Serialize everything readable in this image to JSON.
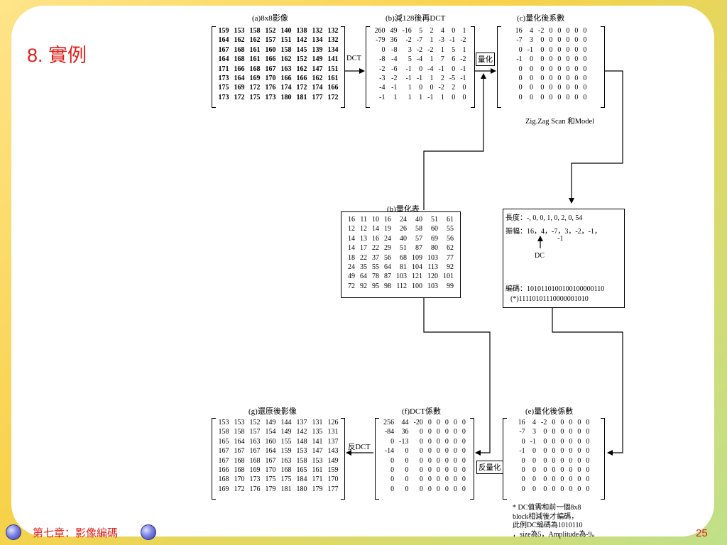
{
  "heading": "8. 實例",
  "captions": {
    "a": "(a)8x8影像",
    "b": "(b)減128後再DCT",
    "c": "(c)量化後系數",
    "qtable": "(b)量化表",
    "g": "(g)還原後影像",
    "f": "(f)DCT係數",
    "e": "(e)量化後係數"
  },
  "arrow_labels": {
    "dct": "DCT",
    "quantize": "量化",
    "idct": "反DCT",
    "dequantize": "反量化"
  },
  "zigzag_label": "Zig.Zag Scan 和Model",
  "matrices": {
    "a": [
      [
        "159",
        "153",
        "158",
        "152",
        "140",
        "138",
        "132",
        "132"
      ],
      [
        "164",
        "162",
        "162",
        "157",
        "151",
        "142",
        "134",
        "132"
      ],
      [
        "167",
        "168",
        "161",
        "160",
        "158",
        "145",
        "139",
        "134"
      ],
      [
        "164",
        "168",
        "161",
        "166",
        "162",
        "152",
        "149",
        "141"
      ],
      [
        "171",
        "166",
        "168",
        "167",
        "163",
        "162",
        "147",
        "151"
      ],
      [
        "173",
        "164",
        "169",
        "170",
        "166",
        "166",
        "162",
        "161"
      ],
      [
        "175",
        "169",
        "172",
        "176",
        "174",
        "172",
        "174",
        "166"
      ],
      [
        "173",
        "172",
        "175",
        "173",
        "180",
        "181",
        "177",
        "172"
      ]
    ],
    "b": [
      [
        "260",
        "49",
        "-16",
        "5",
        "2",
        "4",
        "0",
        "1"
      ],
      [
        "-79",
        "36",
        "-2",
        "-7",
        "1",
        "-3",
        "-1",
        "-2"
      ],
      [
        "0",
        "-8",
        "3",
        "-2",
        "-2",
        "1",
        "5",
        "1"
      ],
      [
        "-8",
        "-4",
        "5",
        "-4",
        "1",
        "7",
        "6",
        "-2"
      ],
      [
        "-2",
        "-6",
        "-1",
        "0",
        "-4",
        "-1",
        "0",
        "-1"
      ],
      [
        "-3",
        "-2",
        "-1",
        "-1",
        "1",
        "2",
        "-5",
        "-1"
      ],
      [
        "-4",
        "-1",
        "1",
        "0",
        "0",
        "-2",
        "2",
        "0"
      ],
      [
        "-1",
        "1",
        "1",
        "1",
        "-1",
        "1",
        "0",
        "0"
      ]
    ],
    "c": [
      [
        "16",
        "4",
        "-2",
        "0",
        "0",
        "0",
        "0",
        "0"
      ],
      [
        "-7",
        "3",
        "0",
        "0",
        "0",
        "0",
        "0",
        "0"
      ],
      [
        "0",
        "-1",
        "0",
        "0",
        "0",
        "0",
        "0",
        "0"
      ],
      [
        "-1",
        "0",
        "0",
        "0",
        "0",
        "0",
        "0",
        "0"
      ],
      [
        "0",
        "0",
        "0",
        "0",
        "0",
        "0",
        "0",
        "0"
      ],
      [
        "0",
        "0",
        "0",
        "0",
        "0",
        "0",
        "0",
        "0"
      ],
      [
        "0",
        "0",
        "0",
        "0",
        "0",
        "0",
        "0",
        "0"
      ],
      [
        "0",
        "0",
        "0",
        "0",
        "0",
        "0",
        "0",
        "0"
      ]
    ],
    "qtable": [
      [
        "16",
        "11",
        "10",
        "16",
        "24",
        "40",
        "51",
        "61"
      ],
      [
        "12",
        "12",
        "14",
        "19",
        "26",
        "58",
        "60",
        "55"
      ],
      [
        "14",
        "13",
        "16",
        "24",
        "40",
        "57",
        "69",
        "56"
      ],
      [
        "14",
        "17",
        "22",
        "29",
        "51",
        "87",
        "80",
        "62"
      ],
      [
        "18",
        "22",
        "37",
        "56",
        "68",
        "109",
        "103",
        "77"
      ],
      [
        "24",
        "35",
        "55",
        "64",
        "81",
        "104",
        "113",
        "92"
      ],
      [
        "49",
        "64",
        "78",
        "87",
        "103",
        "121",
        "120",
        "101"
      ],
      [
        "72",
        "92",
        "95",
        "98",
        "112",
        "100",
        "103",
        "99"
      ]
    ],
    "g": [
      [
        "153",
        "153",
        "152",
        "149",
        "144",
        "137",
        "131",
        "126"
      ],
      [
        "158",
        "158",
        "157",
        "154",
        "149",
        "142",
        "135",
        "131"
      ],
      [
        "165",
        "164",
        "163",
        "160",
        "155",
        "148",
        "141",
        "137"
      ],
      [
        "167",
        "167",
        "167",
        "164",
        "159",
        "153",
        "147",
        "143"
      ],
      [
        "167",
        "168",
        "168",
        "167",
        "163",
        "158",
        "153",
        "149"
      ],
      [
        "166",
        "168",
        "169",
        "170",
        "168",
        "165",
        "161",
        "159"
      ],
      [
        "168",
        "170",
        "173",
        "175",
        "175",
        "184",
        "171",
        "170"
      ],
      [
        "169",
        "172",
        "176",
        "179",
        "181",
        "180",
        "179",
        "177"
      ]
    ],
    "f": [
      [
        "256",
        "44",
        "-20",
        "0",
        "0",
        "0",
        "0",
        "0"
      ],
      [
        "-84",
        "36",
        "0",
        "0",
        "0",
        "0",
        "0",
        "0"
      ],
      [
        "0",
        "-13",
        "0",
        "0",
        "0",
        "0",
        "0",
        "0"
      ],
      [
        "-14",
        "0",
        "0",
        "0",
        "0",
        "0",
        "0",
        "0"
      ],
      [
        "0",
        "0",
        "0",
        "0",
        "0",
        "0",
        "0",
        "0"
      ],
      [
        "0",
        "0",
        "0",
        "0",
        "0",
        "0",
        "0",
        "0"
      ],
      [
        "0",
        "0",
        "0",
        "0",
        "0",
        "0",
        "0",
        "0"
      ],
      [
        "0",
        "0",
        "0",
        "0",
        "0",
        "0",
        "0",
        "0"
      ]
    ],
    "e": [
      [
        "16",
        "4",
        "-2",
        "0",
        "0",
        "0",
        "0",
        "0"
      ],
      [
        "-7",
        "3",
        "0",
        "0",
        "0",
        "0",
        "0",
        "0"
      ],
      [
        "0",
        "-1",
        "0",
        "0",
        "0",
        "0",
        "0",
        "0"
      ],
      [
        "-1",
        "0",
        "0",
        "0",
        "0",
        "0",
        "0",
        "0"
      ],
      [
        "0",
        "0",
        "0",
        "0",
        "0",
        "0",
        "0",
        "0"
      ],
      [
        "0",
        "0",
        "0",
        "0",
        "0",
        "0",
        "0",
        "0"
      ],
      [
        "0",
        "0",
        "0",
        "0",
        "0",
        "0",
        "0",
        "0"
      ],
      [
        "0",
        "0",
        "0",
        "0",
        "0",
        "0",
        "0",
        "0"
      ]
    ]
  },
  "encoding_box": {
    "length": "長度：-, 0, 0, 1, 0, 2, 0, 54",
    "amplitude": "振幅：16，4，-7，3，-2，-1，",
    "amplitude_cont": "-1",
    "dc": "DC",
    "code": "編碼：1010110100100100000110",
    "code_cont": "(*)11110101110000001010"
  },
  "note": [
    "* DC值需和前一個8x8",
    " block相減後才編碼，",
    "此例DC編碼為1010110",
    "，size為5，Amplitude為-9。"
  ],
  "footer": {
    "title": "第七章：影像編碼",
    "page": "25"
  }
}
